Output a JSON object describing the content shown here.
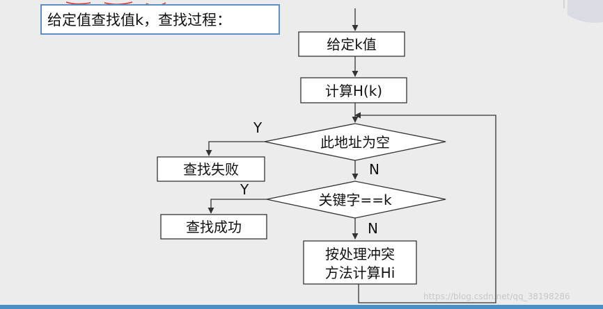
{
  "title_box": {
    "text": "给定值查找值k，查找过程："
  },
  "flowchart": {
    "start_box": "给定k值",
    "compute_box": "计算H(k)",
    "empty_check": "此地址为空",
    "key_check": "关键字==k",
    "fail_box": "查找失败",
    "success_box": "查找成功",
    "collision_box": [
      "按处理冲突",
      "方法计算Hi"
    ],
    "yes_label": "Y",
    "no_label": "N"
  },
  "watermark": "https://blog.csdn.net/qq_38198286",
  "colors": {
    "title_border": "#5b8fc6",
    "line": "#333333",
    "background": "#ececec",
    "bottom_bar": "#4a90c8",
    "red_scribble": "#e03030"
  }
}
